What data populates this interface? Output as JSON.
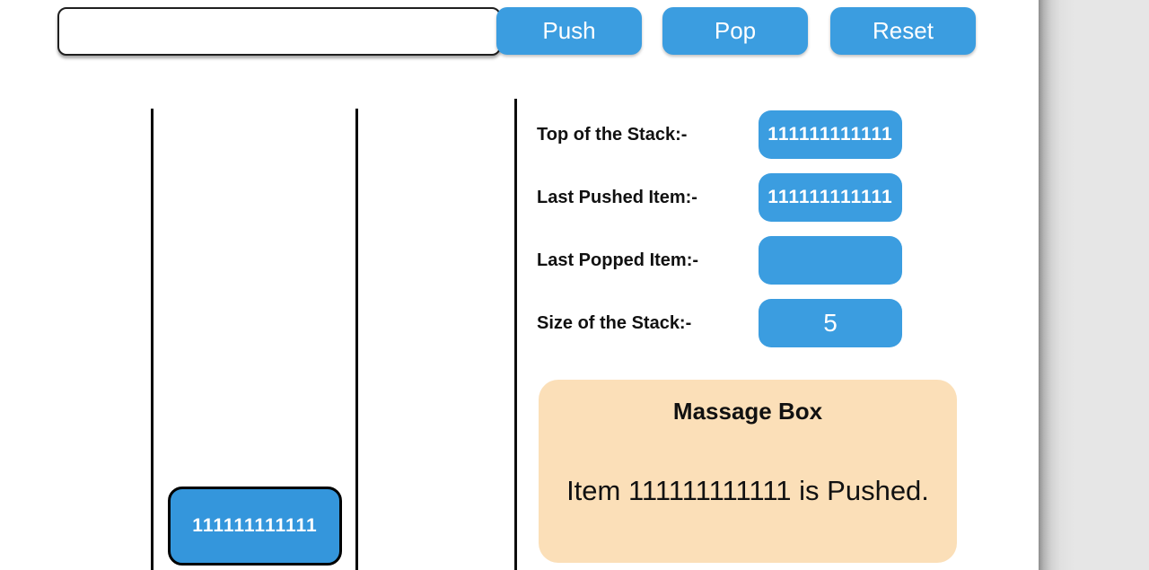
{
  "colors": {
    "accent_blue": "#3b9de0",
    "stack_item_blue": "#3496dc",
    "message_box_bg": "#fbdfb8",
    "offpage_gray": "#e6e6e6"
  },
  "toolbar": {
    "input": {
      "value": "",
      "placeholder": ""
    },
    "push_label": "Push",
    "pop_label": "Pop",
    "reset_label": "Reset"
  },
  "stack": {
    "items": [
      {
        "value": "111111111111"
      }
    ]
  },
  "info": {
    "rows": [
      {
        "label": "Top of the Stack:-",
        "value": "111111111111"
      },
      {
        "label": "Last Pushed Item:-",
        "value": "111111111111"
      },
      {
        "label": "Last Popped Item:-",
        "value": ""
      },
      {
        "label": "Size of the Stack:-",
        "value": "5"
      }
    ]
  },
  "message_box": {
    "title": "Massage Box",
    "text": "Item 111111111111 is Pushed."
  }
}
